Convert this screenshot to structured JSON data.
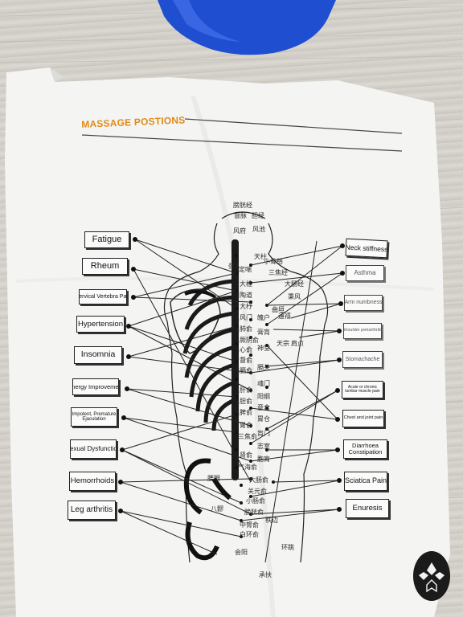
{
  "heading": "MASSAGE POSTIONS",
  "left_labels": [
    "Fatigue",
    "Rheum",
    "Cervical Vertebra Pain",
    "Hypertension",
    "Insomnia",
    "Energy Improvement",
    "Impotent, Premature Ejaculation",
    "Sexual Dysfunction",
    "Hemorrhoids",
    "Leg arthritis"
  ],
  "right_labels": [
    "Neck stiffness",
    "Asthma",
    "Arm numbness",
    "Shoulder periarthritis",
    "Stomachache",
    "Acute or chronic lumbar muscle pain",
    "Chest and joint pain",
    "Diarrhoea Constipation",
    "Sciatica Pain",
    "Enuresis"
  ],
  "meridians": [
    "膀胱经",
    "督脉",
    "胆经"
  ],
  "acupoints": [
    "风府",
    "风池",
    "天柱",
    "颈7",
    "定喘",
    "大椎",
    "陶道",
    "大杼",
    "风门",
    "肺俞",
    "厥阴俞",
    "心俞",
    "督俞",
    "膈俞",
    "肝俞",
    "胆俞",
    "脾俞",
    "胃俞",
    "三焦俞",
    "肾俞",
    "气海俞",
    "大肠俞",
    "关元俞",
    "小肠俞",
    "膀胱俞",
    "中膂俞",
    "白环俞",
    "会阳",
    "承扶",
    "小骨络",
    "三焦经",
    "大肠经",
    "天宗",
    "肩贞",
    "秉风",
    "曲垣",
    "魄户",
    "膏肓",
    "神堂",
    "遠禧",
    "膈关",
    "魂门",
    "阳纲",
    "意舍",
    "胃仓",
    "肓门",
    "志室",
    "胞肓",
    "秩边",
    "环跳",
    "腰眼",
    "八髎"
  ],
  "colors": {
    "heading": "#e08a18",
    "bottle": "#1f4fd0",
    "paper": "#f4f4f2"
  }
}
